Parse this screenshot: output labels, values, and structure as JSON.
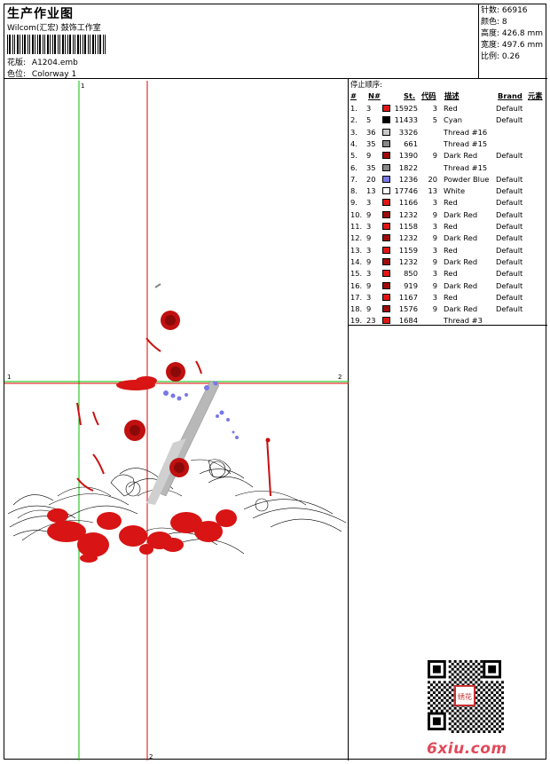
{
  "header": {
    "title": "生产作业图",
    "company": "Wilcom(汇宏) 鼓饰工作室",
    "design_label": "花版:",
    "design_value": "A1204.emb",
    "colorway_label": "色位:",
    "colorway_value": "Colorway 1"
  },
  "stats": {
    "stitches": "针数: 66916",
    "colors": "颜色: 8",
    "height": "高度: 426.8 mm",
    "width": "宽度: 497.6 mm",
    "scale": "比例: 0.26"
  },
  "sequence": {
    "title": "停止顺序:",
    "headers": [
      "#",
      "N#",
      "St.",
      "代码",
      "描述",
      "Brand",
      "元素"
    ],
    "rows": [
      {
        "no": "1.",
        "n": "3",
        "color": "#e01616",
        "st": "15925",
        "code": "3",
        "desc": "Red",
        "brand": "Default"
      },
      {
        "no": "2.",
        "n": "5",
        "color": "#000000",
        "st": "11433",
        "code": "5",
        "desc": "Cyan",
        "brand": "Default"
      },
      {
        "no": "3.",
        "n": "36",
        "color": "#c8c8c8",
        "st": "3326",
        "code": "",
        "desc": "Thread #16",
        "brand": ""
      },
      {
        "no": "4.",
        "n": "35",
        "color": "#888888",
        "st": "661",
        "code": "",
        "desc": "Thread #15",
        "brand": ""
      },
      {
        "no": "5.",
        "n": "9",
        "color": "#a00c0c",
        "st": "1390",
        "code": "9",
        "desc": "Dark Red",
        "brand": "Default"
      },
      {
        "no": "6.",
        "n": "35",
        "color": "#888888",
        "st": "1822",
        "code": "",
        "desc": "Thread #15",
        "brand": ""
      },
      {
        "no": "7.",
        "n": "20",
        "color": "#7878e8",
        "st": "1236",
        "code": "20",
        "desc": "Powder Blue",
        "brand": "Default"
      },
      {
        "no": "8.",
        "n": "13",
        "color": "#ffffff",
        "st": "17746",
        "code": "13",
        "desc": "White",
        "brand": "Default"
      },
      {
        "no": "9.",
        "n": "3",
        "color": "#e01616",
        "st": "1166",
        "code": "3",
        "desc": "Red",
        "brand": "Default"
      },
      {
        "no": "10.",
        "n": "9",
        "color": "#a00c0c",
        "st": "1232",
        "code": "9",
        "desc": "Dark Red",
        "brand": "Default"
      },
      {
        "no": "11.",
        "n": "3",
        "color": "#e01616",
        "st": "1158",
        "code": "3",
        "desc": "Red",
        "brand": "Default"
      },
      {
        "no": "12.",
        "n": "9",
        "color": "#a00c0c",
        "st": "1232",
        "code": "9",
        "desc": "Dark Red",
        "brand": "Default"
      },
      {
        "no": "13.",
        "n": "3",
        "color": "#e01616",
        "st": "1159",
        "code": "3",
        "desc": "Red",
        "brand": "Default"
      },
      {
        "no": "14.",
        "n": "9",
        "color": "#a00c0c",
        "st": "1232",
        "code": "9",
        "desc": "Dark Red",
        "brand": "Default"
      },
      {
        "no": "15.",
        "n": "3",
        "color": "#e01616",
        "st": "850",
        "code": "3",
        "desc": "Red",
        "brand": "Default"
      },
      {
        "no": "16.",
        "n": "9",
        "color": "#a00c0c",
        "st": "919",
        "code": "9",
        "desc": "Dark Red",
        "brand": "Default"
      },
      {
        "no": "17.",
        "n": "3",
        "color": "#e01616",
        "st": "1167",
        "code": "3",
        "desc": "Red",
        "brand": "Default"
      },
      {
        "no": "18.",
        "n": "9",
        "color": "#a00c0c",
        "st": "1576",
        "code": "9",
        "desc": "Dark Red",
        "brand": "Default"
      },
      {
        "no": "19.",
        "n": "23",
        "color": "#e01616",
        "st": "1684",
        "code": "",
        "desc": "Thread #3",
        "brand": ""
      }
    ]
  },
  "canvas": {
    "guide_labels": [
      "1",
      "2",
      "1",
      "2"
    ],
    "guide_colors": {
      "vertical_green": "#00c000",
      "red": "#e00000"
    }
  },
  "watermark": "6xiu.com",
  "qr_badge": "绣花"
}
